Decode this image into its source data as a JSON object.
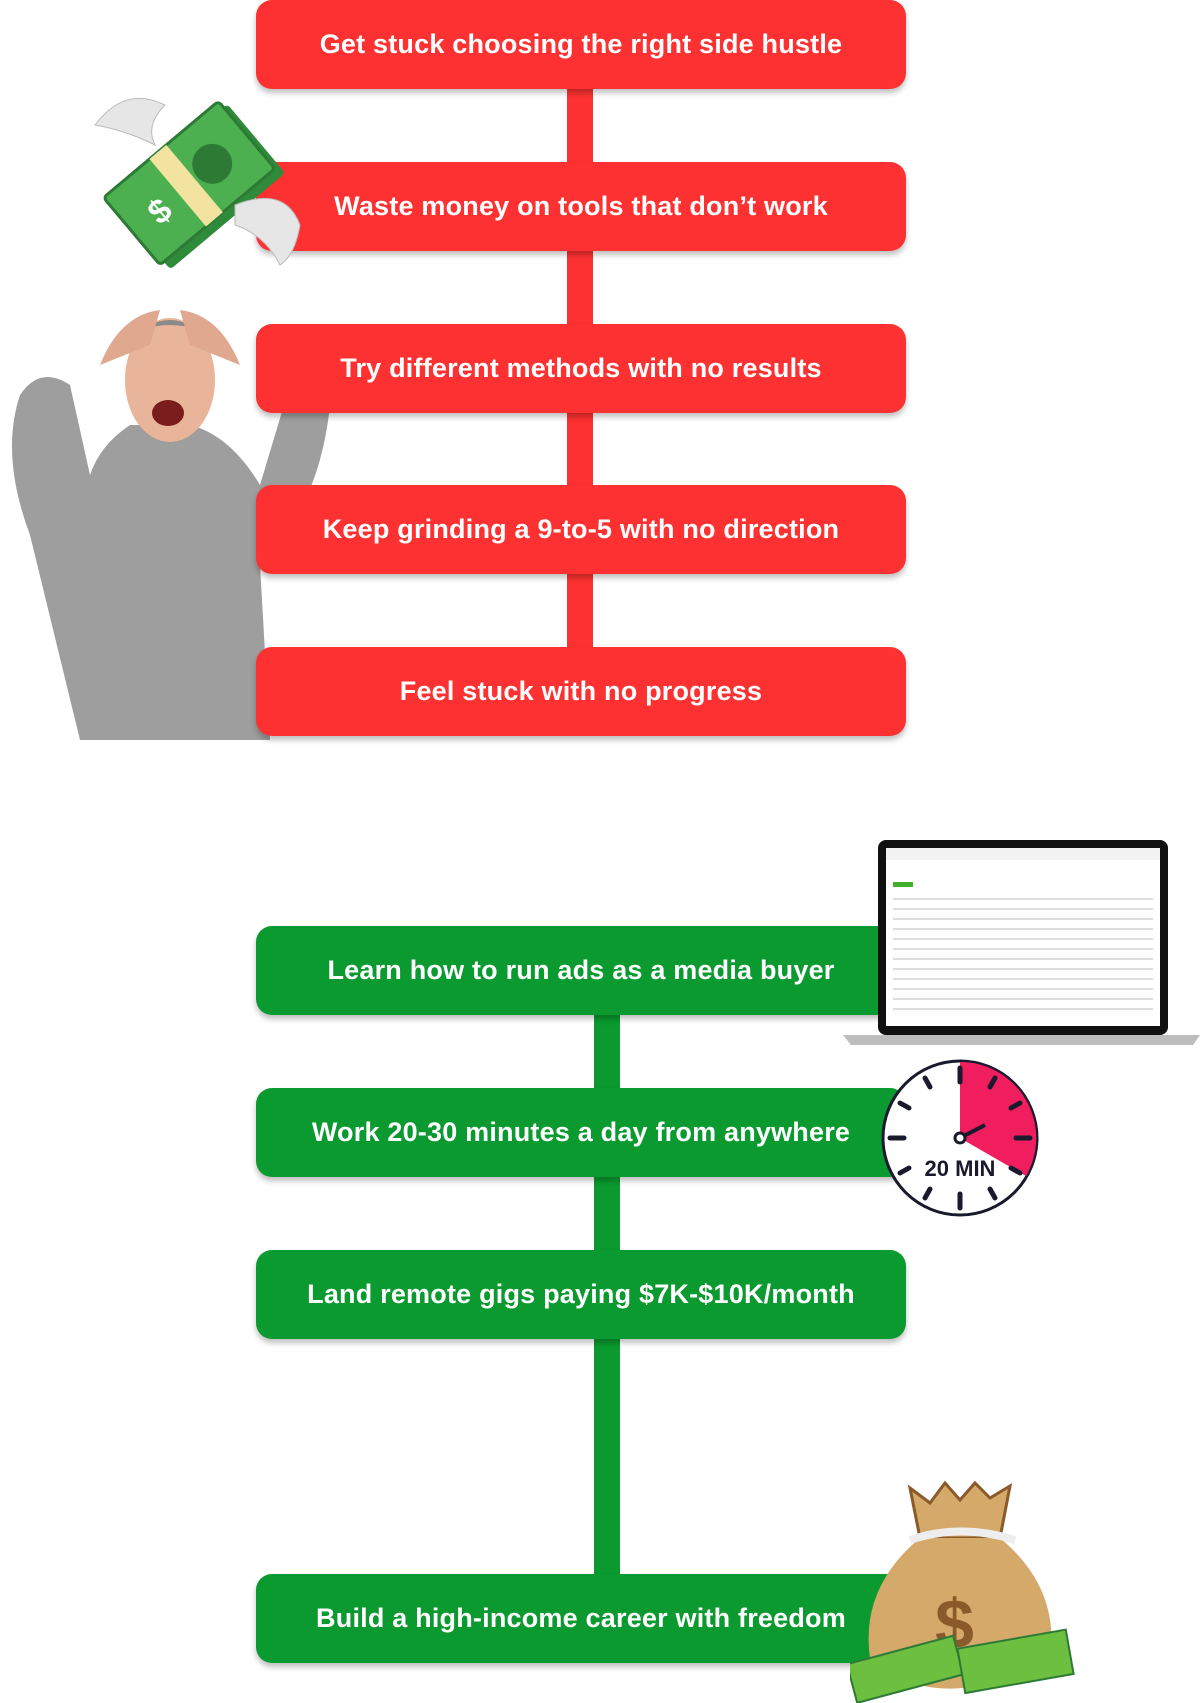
{
  "problems": [
    "Get stuck choosing the right side hustle",
    "Waste money on tools that don’t work",
    "Try different methods with no results",
    "Keep grinding a 9-to-5 with no direction",
    "Feel stuck with no progress"
  ],
  "solutions": [
    "Learn how to run ads as a media buyer",
    "Work 20-30 minutes a day from anywhere",
    "Land remote gigs paying $7K-$10K/month",
    "Build a high-income career with freedom"
  ],
  "clock_label": "20 MIN",
  "colors": {
    "problem": "#fd3131",
    "solution": "#0a9a2f",
    "clock_accent": "#f01e5f"
  }
}
